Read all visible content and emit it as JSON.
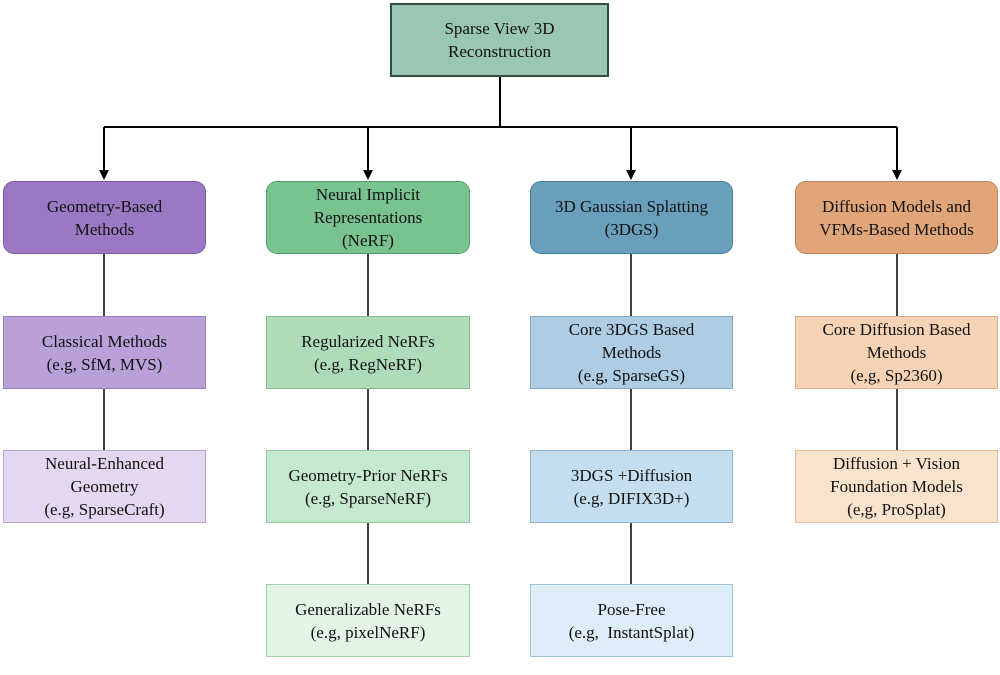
{
  "root": {
    "lines": [
      "Sparse View 3D",
      "Reconstruction"
    ]
  },
  "categories": [
    {
      "lines": [
        "Geometry-Based",
        "Methods"
      ],
      "subs": [
        {
          "lines": [
            "Classical Methods",
            "(e.g, SfM,  MVS)"
          ]
        },
        {
          "lines": [
            "Neural-Enhanced",
            "Geometry",
            "(e.g, SparseCraft)"
          ]
        }
      ]
    },
    {
      "lines": [
        "Neural Implicit",
        "Representations",
        "(NeRF)"
      ],
      "subs": [
        {
          "lines": [
            "Regularized NeRFs",
            "(e.g, RegNeRF)"
          ]
        },
        {
          "lines": [
            "Geometry-Prior NeRFs",
            "(e.g, SparseNeRF)"
          ]
        },
        {
          "lines": [
            "Generalizable NeRFs",
            "(e.g, pixelNeRF)"
          ]
        }
      ]
    },
    {
      "lines": [
        "3D Gaussian Splatting",
        "(3DGS)"
      ],
      "subs": [
        {
          "lines": [
            "Core 3DGS Based",
            "Methods",
            "(e.g, SparseGS)"
          ]
        },
        {
          "lines": [
            "3DGS +Diffusion",
            "(e.g, DIFIX3D+)"
          ]
        },
        {
          "lines": [
            "Pose-Free",
            "(e.g,  InstantSplat)"
          ]
        }
      ]
    },
    {
      "lines": [
        "Diffusion Models and",
        "VFMs-Based Methods"
      ],
      "subs": [
        {
          "lines": [
            "Core Diffusion Based",
            "Methods",
            "(e,g, Sp2360)"
          ]
        },
        {
          "lines": [
            "Diffusion + Vision",
            "Foundation Models",
            "(e,g, ProSplat)"
          ]
        }
      ]
    }
  ],
  "colors": {
    "root": "#9ac6b4",
    "geometry": "#9b78c4",
    "nerf": "#78c38f",
    "gaussian": "#6a9fbb",
    "diffusion": "#e0a578",
    "connector": "#000000"
  }
}
